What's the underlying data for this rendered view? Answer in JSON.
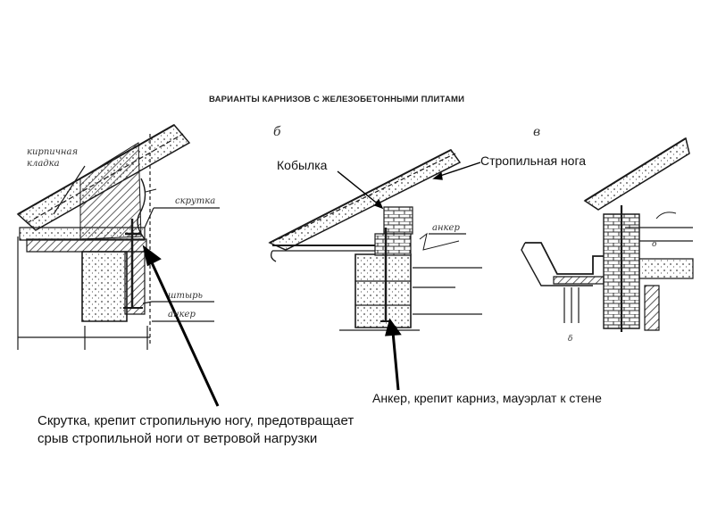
{
  "title": "ВАРИАНТЫ КАРНИЗОВ С ЖЕЛЕЗОБЕТОННЫМИ ПЛИТАМИ",
  "variant_labels": {
    "b": "б",
    "v": "в"
  },
  "drawing_a": {
    "label_brick": [
      "кирпичная",
      "кладка"
    ],
    "label_twist": "скрутка",
    "label_pin": "штырь",
    "label_anchor": "анкер"
  },
  "drawing_b": {
    "label_anchor": "анкер"
  },
  "callouts": {
    "kobylka": "Кобылка",
    "rafter": "Стропильная нога",
    "anchor": "Анкер, крепит карниз, мауэрлат к стене",
    "twist": "Скрутка, крепит стропильную ногу, предотвращает срыв стропильной ноги от ветровой нагрузки"
  }
}
